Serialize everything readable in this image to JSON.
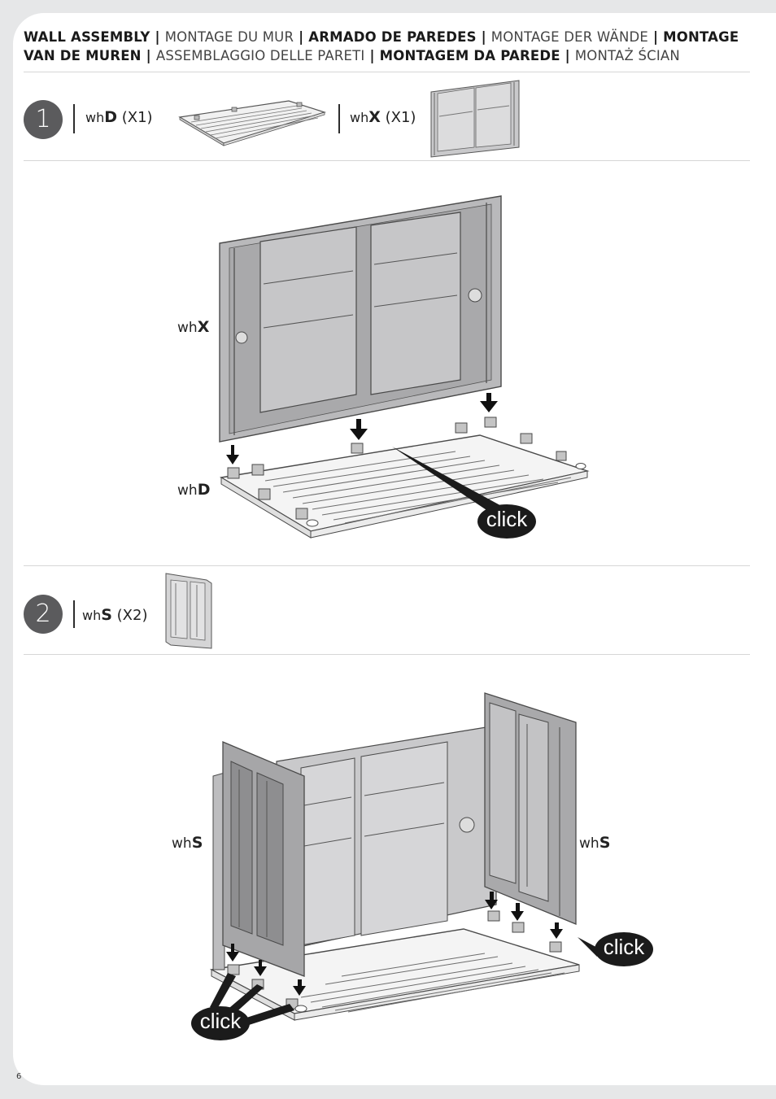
{
  "header": {
    "segments": [
      {
        "text": "WALL ASSEMBLY",
        "bold": true
      },
      {
        "text": " | ",
        "bold": true
      },
      {
        "text": "MONTAGE DU MUR",
        "bold": false
      },
      {
        "text": " | ",
        "bold": true
      },
      {
        "text": "ARMADO DE PAREDES",
        "bold": true
      },
      {
        "text": " | ",
        "bold": true
      },
      {
        "text": "MONTAGE DER WÄNDE",
        "bold": false
      },
      {
        "text": " | ",
        "bold": true
      },
      {
        "text": "MONTAGE VAN DE MUREN",
        "bold": true
      },
      {
        "text": " | ",
        "bold": true
      },
      {
        "text": "ASSEMBLAGGIO DELLE PARETI",
        "bold": false
      },
      {
        "text": " | ",
        "bold": true
      },
      {
        "text": "MONTAGEM DA PAREDE",
        "bold": true
      },
      {
        "text": " | ",
        "bold": true
      },
      {
        "text": "MONTAŻ ŚCIAN",
        "bold": false
      }
    ]
  },
  "step1": {
    "number": "1",
    "parts": [
      {
        "prefix": "wh",
        "code": "D",
        "qty": "(X1)"
      },
      {
        "prefix": "wh",
        "code": "X",
        "qty": "(X1)"
      }
    ],
    "diagram": {
      "label_top": {
        "prefix": "wh",
        "code": "X"
      },
      "label_bottom": {
        "prefix": "wh",
        "code": "D"
      },
      "callout": "click"
    }
  },
  "step2": {
    "number": "2",
    "parts": [
      {
        "prefix": "wh",
        "code": "S",
        "qty": "(X2)"
      }
    ],
    "diagram": {
      "label_left": {
        "prefix": "wh",
        "code": "S"
      },
      "label_right": {
        "prefix": "wh",
        "code": "S"
      },
      "callout_right": "click",
      "callout_left": "click"
    }
  },
  "page_number": "6",
  "colors": {
    "step_circle": "#5b5b5d",
    "panel_gray": "#b9b9bb",
    "panel_dark": "#8e8e90",
    "floor": "#f2f2f2",
    "outline": "#4a4a4a",
    "callout": "#1b1b1b"
  }
}
